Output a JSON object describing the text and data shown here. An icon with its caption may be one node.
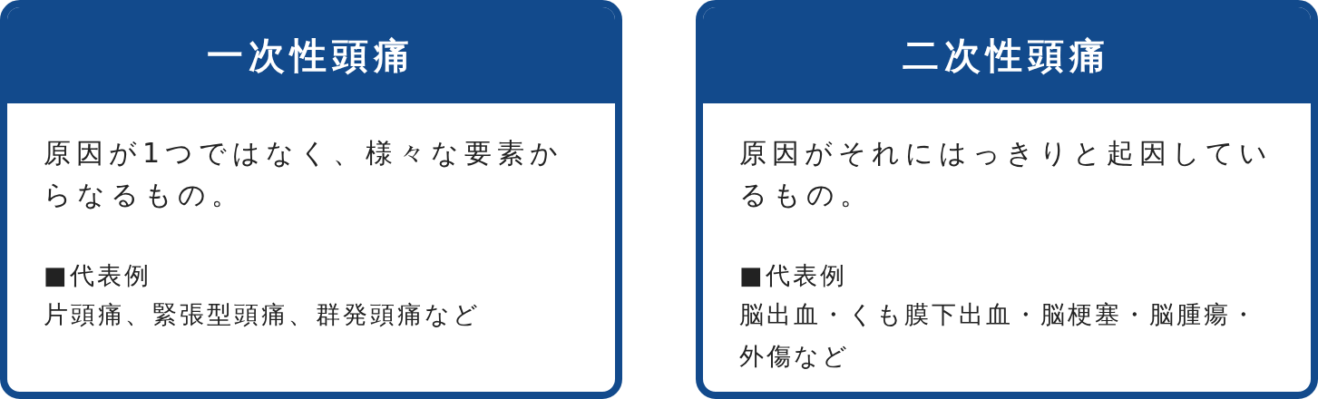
{
  "diagram": {
    "nodes": [
      {
        "text": [
          "一次性頭痛",
          "原因が1つではなく、様々な要素からなるもの。",
          "■代表例",
          "片頭痛、緊張型頭痛、群発頭痛など"
        ]
      },
      {
        "text": [
          "二次性頭痛",
          "原因がそれにはっきりと起因しているもの。",
          "■代表例",
          "脳出血・くも膜下出血・脳梗塞・脳腫瘍・外傷など"
        ]
      }
    ]
  }
}
